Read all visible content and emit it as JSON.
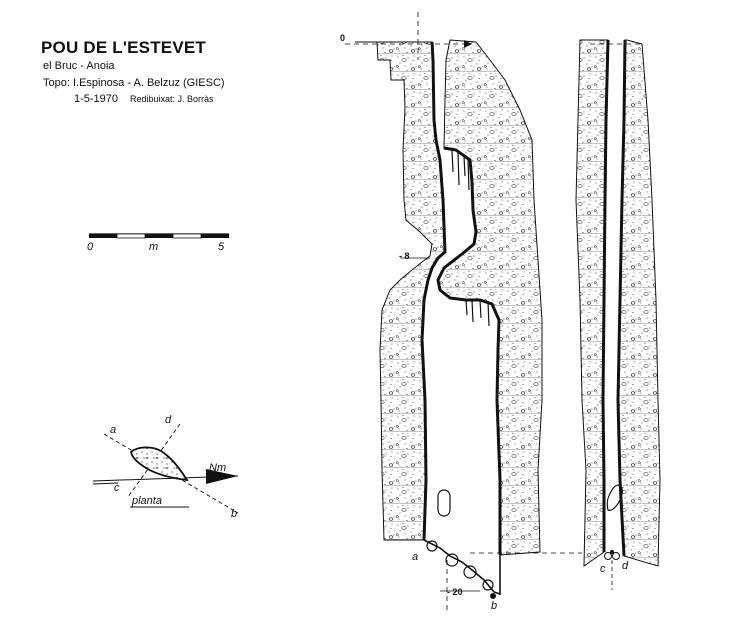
{
  "header": {
    "title": "POU DE L'ESTEVET",
    "location": "el Bruc - Anoia",
    "topo": "Topo: I.Espinosa - A. Belzuz  (GIESC)",
    "date": "1-5-1970",
    "redrawn": "Redibuixat: J. Borràs"
  },
  "scale_bar": {
    "start_label": "0",
    "unit_label": "m",
    "end_label": "5"
  },
  "plan": {
    "caption": "planta",
    "north_label": "Nm",
    "section_labels": [
      "a",
      "b",
      "c",
      "d"
    ]
  },
  "section_ab": {
    "depth_top": "0",
    "depth_mid": "- 8",
    "depth_bottom": "- 20",
    "label_a": "a",
    "label_b": "b"
  },
  "section_cd": {
    "label_c": "c",
    "label_d": "d"
  },
  "colors": {
    "ink": "#111111",
    "paper": "#ffffff"
  }
}
